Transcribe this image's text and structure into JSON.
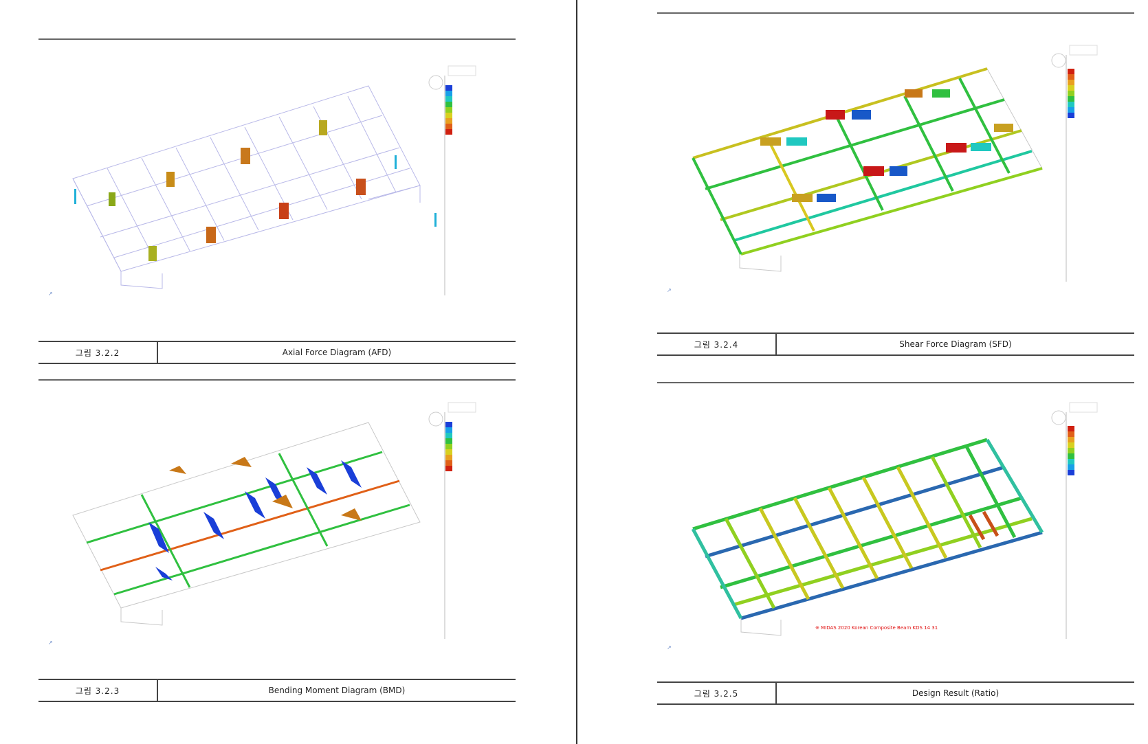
{
  "figures": [
    {
      "number": "그림 3.2.2",
      "title": "Axial Force Diagram (AFD)"
    },
    {
      "number": "그림 3.2.4",
      "title": "Shear Force Diagram (SFD)"
    },
    {
      "number": "그림 3.2.3",
      "title": "Bending Moment Diagram (BMD)"
    },
    {
      "number": "그림 3.2.5",
      "title": "Design Result (Ratio)"
    }
  ],
  "design_note": "※ MIDAS 2020 Korean Composite Beam KDS 14 31",
  "legend_colors": [
    "#1a3fd8",
    "#18a0e8",
    "#20c8c0",
    "#30c040",
    "#90d020",
    "#d8d020",
    "#e8a020",
    "#e06018",
    "#d02010"
  ]
}
